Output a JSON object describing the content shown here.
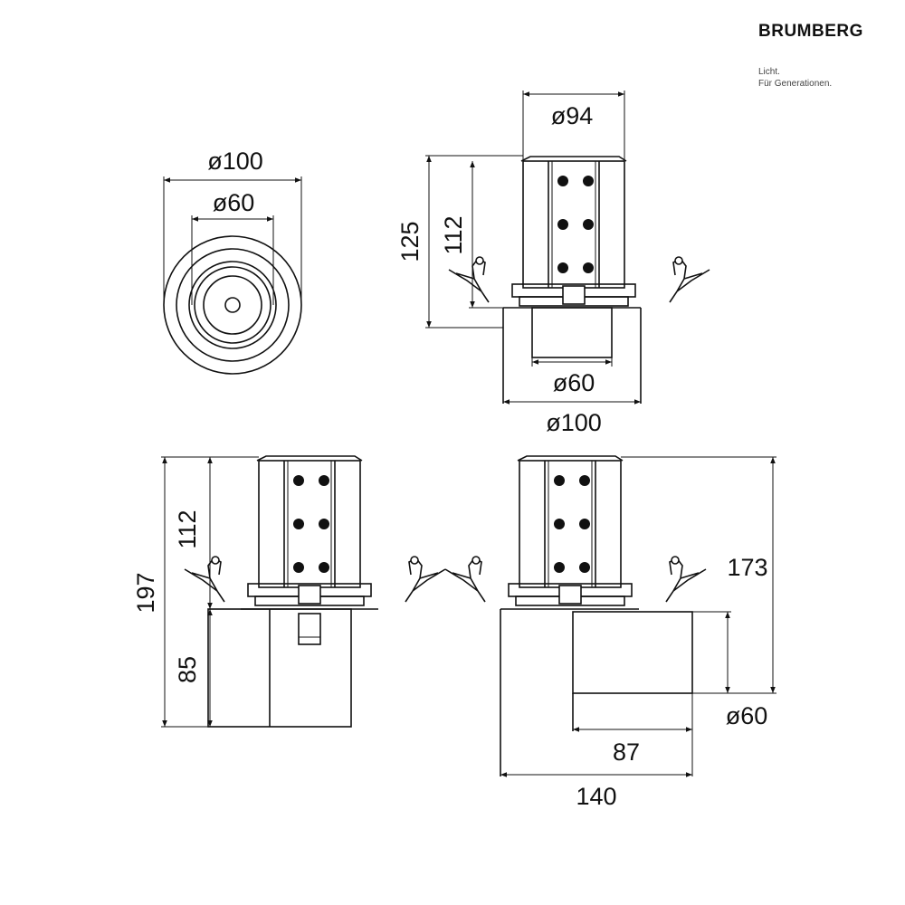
{
  "brand": {
    "name": "BRUMBERG",
    "tagline_line1": "Licht.",
    "tagline_line2": "Für Generationen."
  },
  "front_view": {
    "outer_diameter": "ø100",
    "inner_diameter": "ø60"
  },
  "side_view_top": {
    "top_width": "ø94",
    "total_height": "125",
    "body_height": "112",
    "lower_diameter": "ø60",
    "outer_diameter": "ø100"
  },
  "side_view_left": {
    "total_height": "197",
    "upper_height": "112",
    "lower_height": "85"
  },
  "side_view_right": {
    "height": "173",
    "head_diameter": "ø60",
    "offset": "87",
    "width": "140"
  }
}
